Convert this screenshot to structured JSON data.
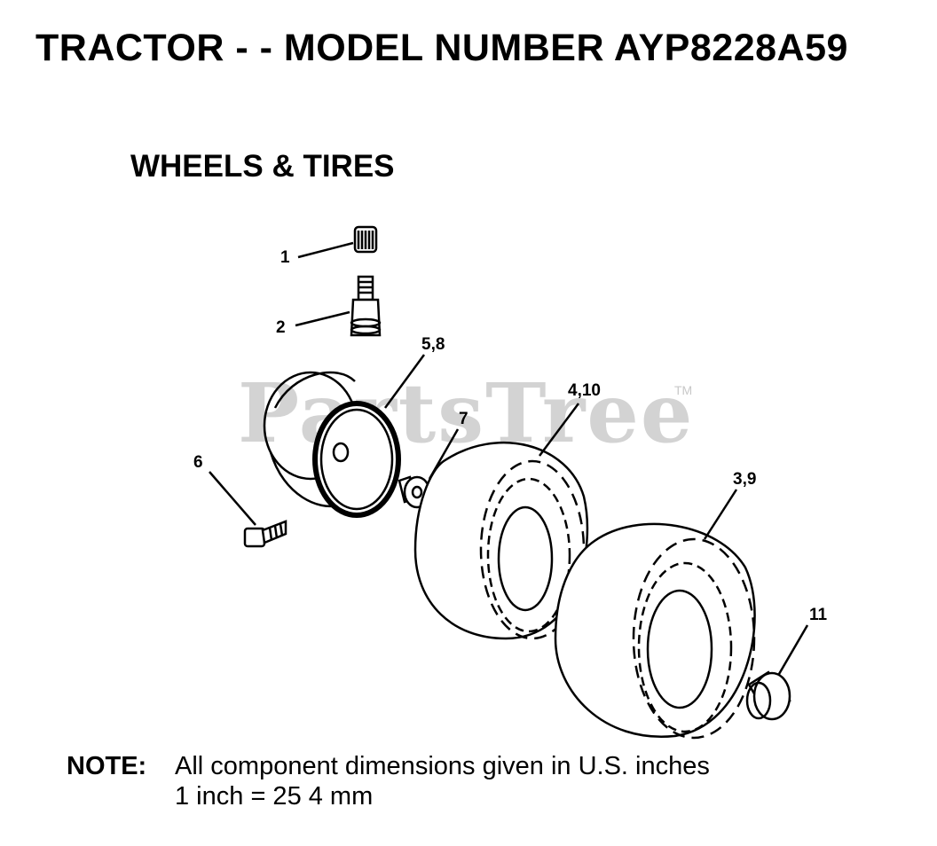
{
  "title": "TRACTOR - - MODEL NUMBER AYP8228A59",
  "section_title": "WHEELS & TIRES",
  "watermark": {
    "text": "PartsTree",
    "tm": "TM"
  },
  "callouts": {
    "c1": "1",
    "c2": "2",
    "c5_8": "5,8",
    "c4_10": "4,10",
    "c7": "7",
    "c6": "6",
    "c3_9": "3,9",
    "c11": "11"
  },
  "parts": [
    {
      "ref": "1",
      "name": "valve-cap"
    },
    {
      "ref": "2",
      "name": "valve-stem"
    },
    {
      "ref": "5,8",
      "name": "wheel-rim"
    },
    {
      "ref": "6",
      "name": "grease-fitting"
    },
    {
      "ref": "7",
      "name": "bushing"
    },
    {
      "ref": "4,10",
      "name": "tire-front"
    },
    {
      "ref": "3,9",
      "name": "tire-rear"
    },
    {
      "ref": "11",
      "name": "hub-cap"
    }
  ],
  "note": {
    "label": "NOTE:",
    "line1": "All component dimensions given in U.S. inches",
    "line2": "1 inch = 25 4 mm"
  }
}
